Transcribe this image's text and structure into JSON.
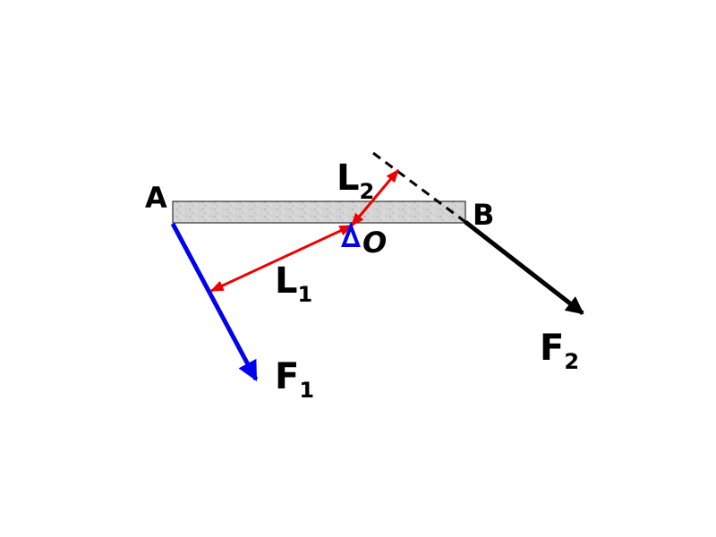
{
  "diagram": {
    "points": {
      "a": "A",
      "b": "B",
      "fulcrum": "O"
    },
    "forces": {
      "f1": {
        "main": "F",
        "sub": "1"
      },
      "f2": {
        "main": "F",
        "sub": "2"
      }
    },
    "lever_arms": {
      "l1": {
        "main": "L",
        "sub": "1"
      },
      "l2": {
        "main": "L",
        "sub": "2"
      }
    },
    "colors": {
      "force1": "#0000ee",
      "force2": "#000000",
      "lever_arm": "#ee0000",
      "fulcrum": "#0000ee",
      "bar_fill": "#d6d6d6"
    }
  }
}
